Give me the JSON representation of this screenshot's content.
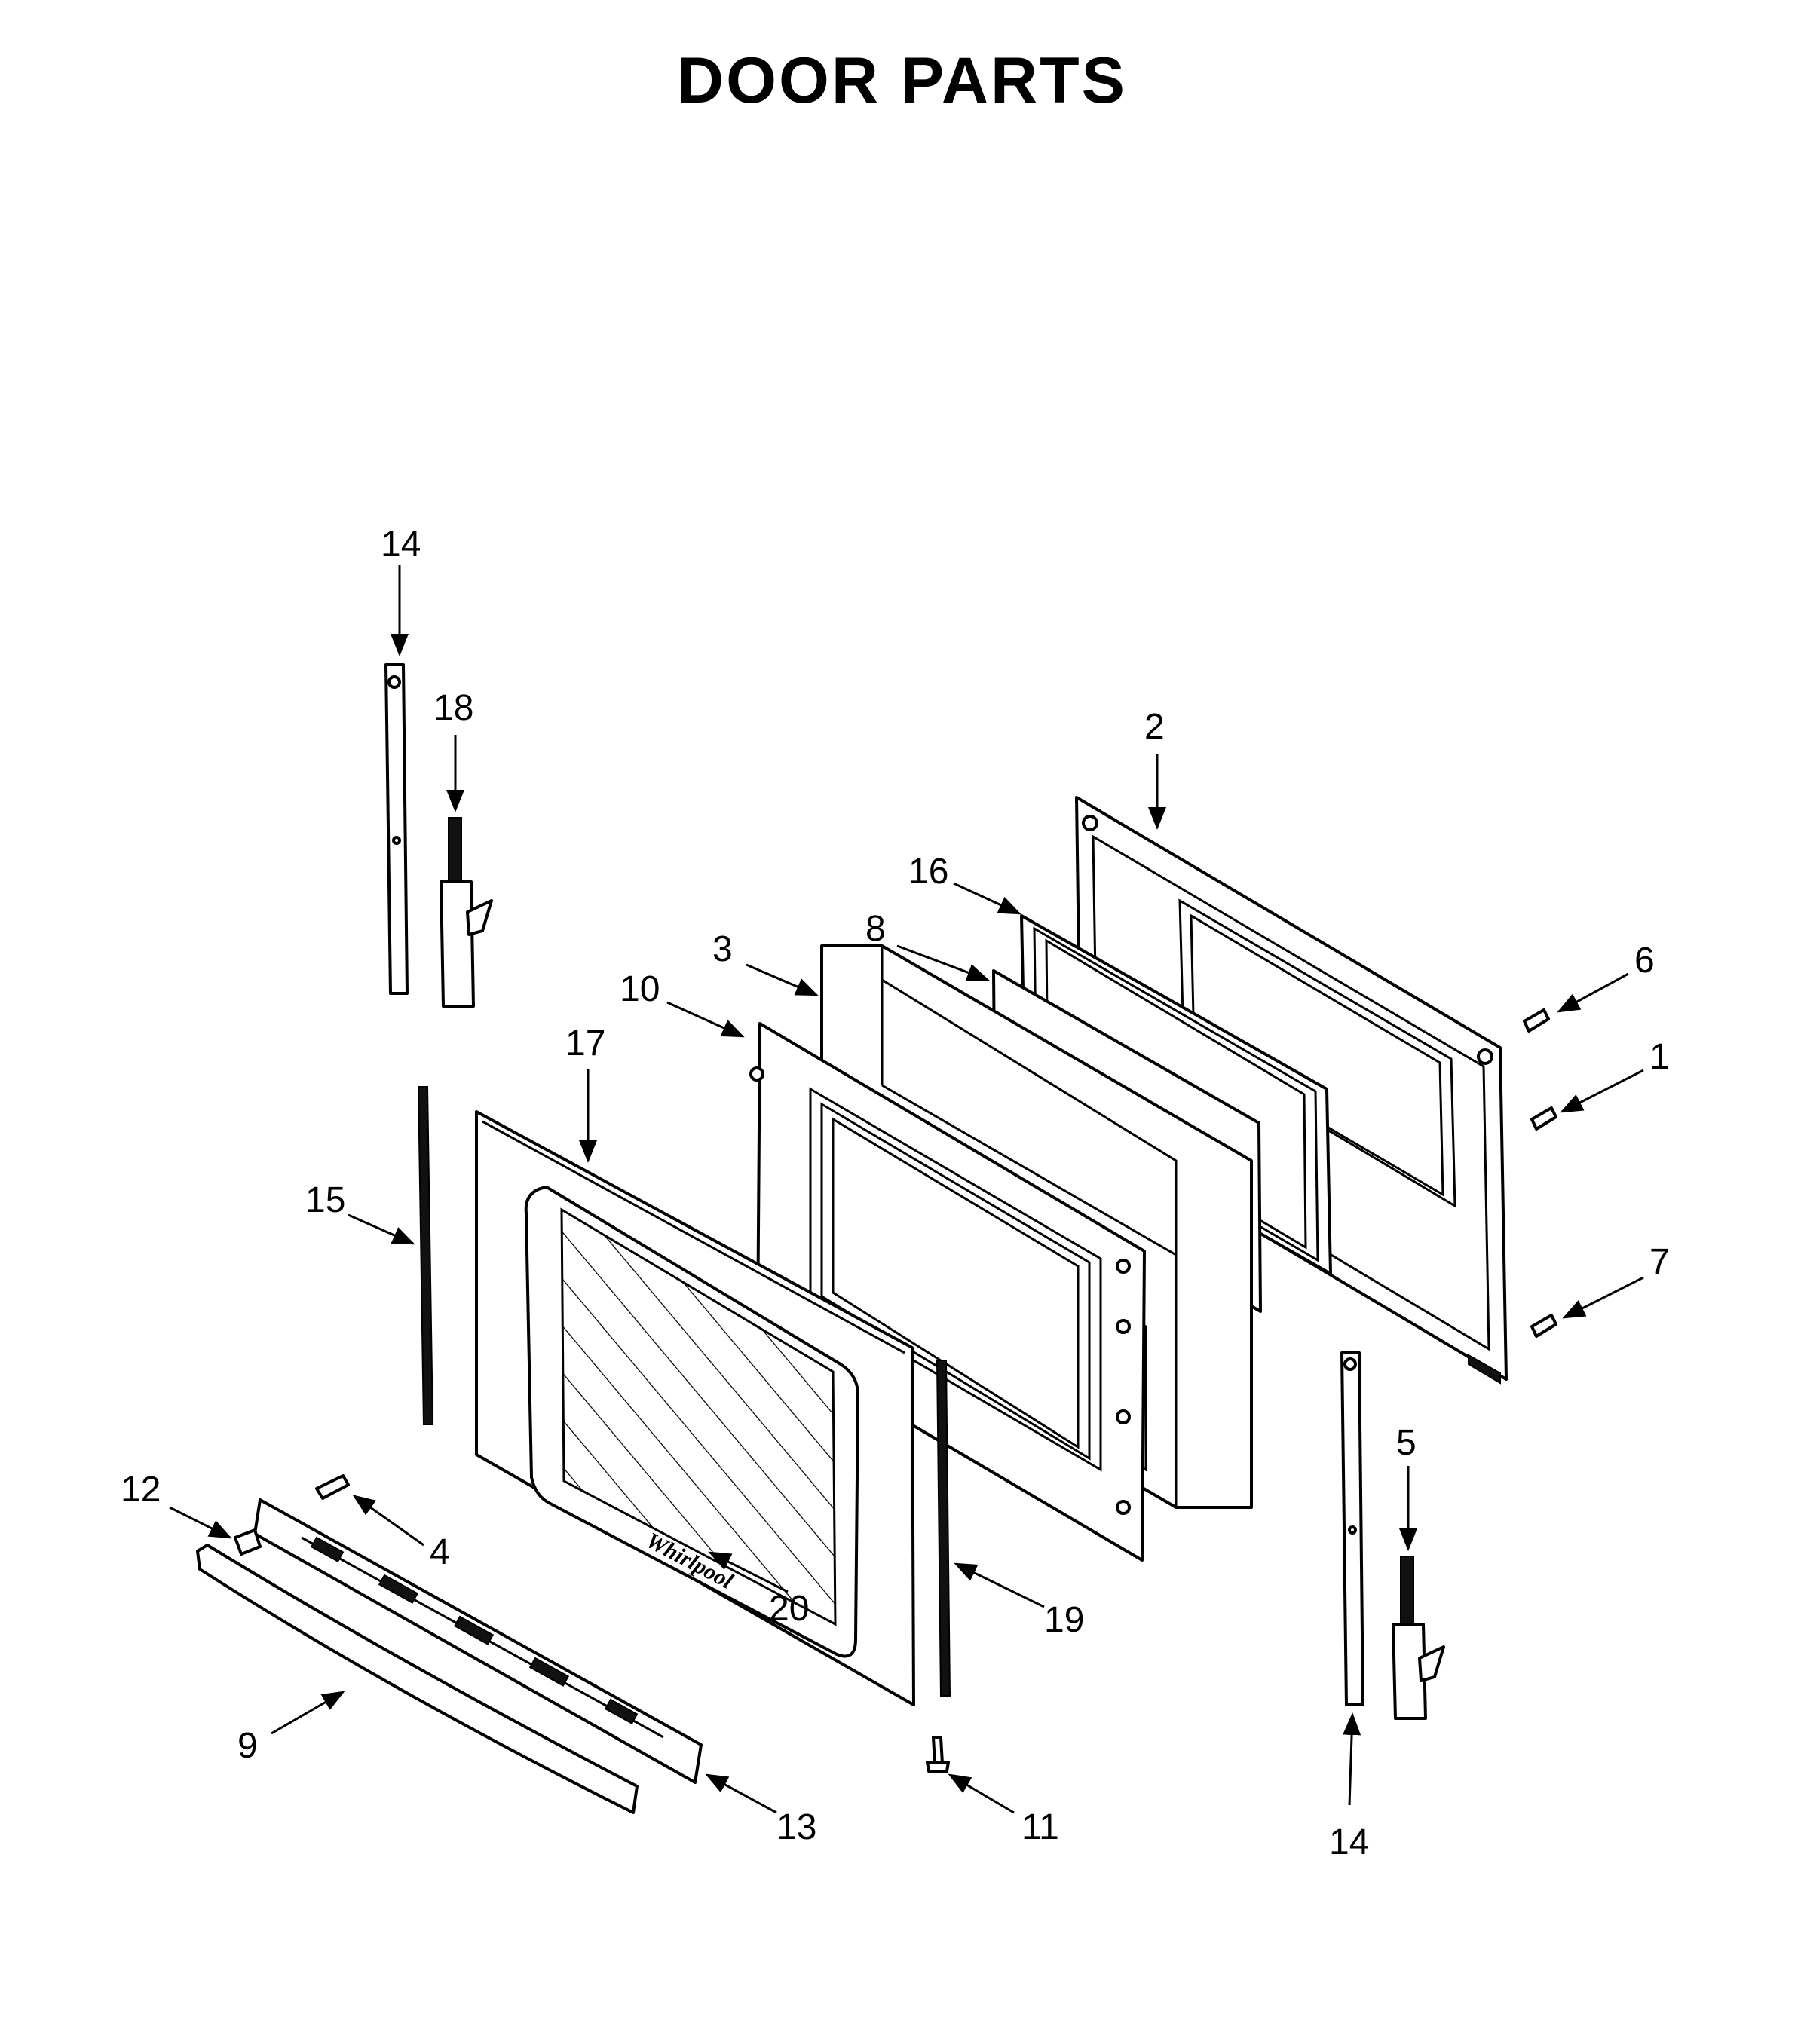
{
  "title": "DOOR PARTS",
  "logo_text": "Whirlpool",
  "callouts": [
    {
      "id": "c14-top",
      "label": "14"
    },
    {
      "id": "c18",
      "label": "18"
    },
    {
      "id": "c2",
      "label": "2"
    },
    {
      "id": "c16",
      "label": "16"
    },
    {
      "id": "c3",
      "label": "3"
    },
    {
      "id": "c8",
      "label": "8"
    },
    {
      "id": "c10",
      "label": "10"
    },
    {
      "id": "c6",
      "label": "6"
    },
    {
      "id": "c17",
      "label": "17"
    },
    {
      "id": "c1",
      "label": "1"
    },
    {
      "id": "c15",
      "label": "15"
    },
    {
      "id": "c7",
      "label": "7"
    },
    {
      "id": "c5",
      "label": "5"
    },
    {
      "id": "c12",
      "label": "12"
    },
    {
      "id": "c4",
      "label": "4"
    },
    {
      "id": "c20",
      "label": "20"
    },
    {
      "id": "c19",
      "label": "19"
    },
    {
      "id": "c9",
      "label": "9"
    },
    {
      "id": "c13",
      "label": "13"
    },
    {
      "id": "c11",
      "label": "11"
    },
    {
      "id": "c14-bottom",
      "label": "14"
    }
  ]
}
